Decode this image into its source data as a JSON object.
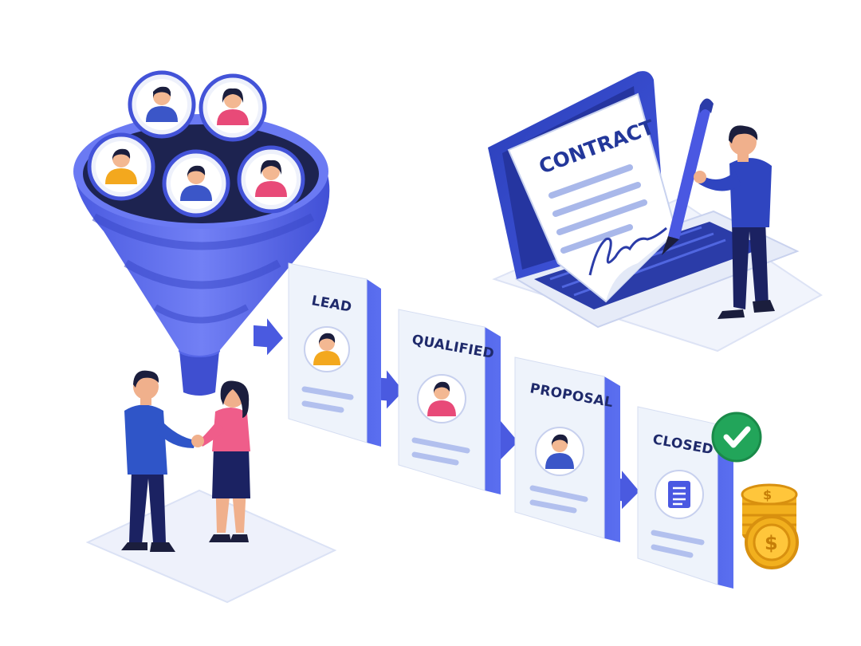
{
  "contract": {
    "title": "CONTRACT"
  },
  "stages": [
    {
      "label": "LEAD",
      "icon": "person-icon"
    },
    {
      "label": "QUALIFIED",
      "icon": "person-icon"
    },
    {
      "label": "PROPOSAL",
      "icon": "person-icon"
    },
    {
      "label": "CLOSED",
      "icon": "document-icon"
    }
  ],
  "colors": {
    "primary": "#3b4fd8",
    "funnel": "#5a6cf0",
    "dark_navy": "#1f2a6b",
    "card_face": "#eef3fb",
    "accent_green": "#22a55a",
    "gold": "#f2b01e",
    "pink": "#e84a78",
    "amber": "#f3a81e"
  },
  "funnel": {
    "prospects": [
      {
        "shirt": "#3b56c8"
      },
      {
        "shirt": "#e84a78"
      },
      {
        "shirt": "#f3a81e"
      },
      {
        "shirt": "#3b56c8"
      },
      {
        "shirt": "#e84a78"
      }
    ]
  }
}
